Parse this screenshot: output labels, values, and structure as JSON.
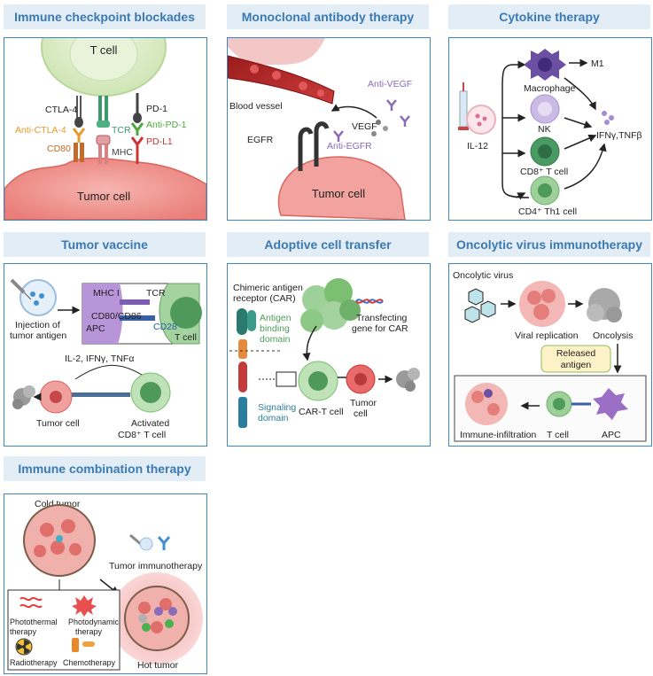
{
  "panels": [
    {
      "title": "Immune checkpoint blockades",
      "labels": {
        "t_cell": "T cell",
        "tumor_cell": "Tumor cell",
        "ctla4": "CTLA-4",
        "anti_ctla4": "Anti-CTLA-4",
        "cd80": "CD80",
        "tcr": "TCR",
        "mhc": "MHC",
        "pd1": "PD-1",
        "anti_pd1": "Anti-PD-1",
        "pdl1": "PD-L1"
      }
    },
    {
      "title": "Monoclonal antibody therapy",
      "labels": {
        "blood_vessel": "Blood vessel",
        "anti_vegf": "Anti-VEGF",
        "vegf": "VEGF",
        "anti_egfr": "Anti-EGFR",
        "egfr": "EGFR",
        "tumor_cell": "Tumor cell"
      }
    },
    {
      "title": "Cytokine therapy",
      "labels": {
        "il12": "IL-12",
        "macrophage": "Macrophage",
        "m1": "M1",
        "nk": "NK",
        "cd8": "CD8⁺ T  cell",
        "cd4": "CD4⁺ Th1  cell",
        "ifn": "IFNγ,TNFβ"
      }
    },
    {
      "title": "Tumor vaccine",
      "labels": {
        "injection": "Injection of",
        "injection2": "tumor antigen",
        "mhc1": "MHC I",
        "tcr": "TCR",
        "apc": "APC",
        "cd80": "CD80/CD86",
        "cd28": "CD28",
        "tcell": "T cell",
        "cytokines": "IL-2, IFNγ, TNFα",
        "tumor_cell": "Tumor cell",
        "activated": "Activated",
        "activated2": "CD8⁺ T cell"
      }
    },
    {
      "title": "Adoptive cell transfer",
      "labels": {
        "car1": "Chimeric antigen",
        "car2": "receptor (CAR)",
        "abd1": "Antigen",
        "abd2": "binding",
        "abd3": "domain",
        "trans1": "Transfecting",
        "trans2": "gene for CAR",
        "sig1": "Signaling",
        "sig2": "domain",
        "cart": "CAR-T cell",
        "tumor1": "Tumor",
        "tumor2": "cell"
      }
    },
    {
      "title": "Oncolytic virus immunotherapy",
      "labels": {
        "virus": "Oncolytic virus",
        "replication": "Viral replication",
        "oncolysis": "Oncolysis",
        "released1": "Released",
        "released2": "antigen",
        "infiltration": "Immune-infiltration",
        "tcell": "T cell",
        "apc": "APC"
      }
    },
    {
      "title": "Immune combination therapy",
      "labels": {
        "cold": "Cold tumor",
        "immuno": "Tumor immunotherapy",
        "photothermal1": "Photothermal",
        "photothermal2": "therapy",
        "photodynamic1": "Photodynamic",
        "photodynamic2": "therapy",
        "radio": "Radiotherapy",
        "chemo": "Chemotherapy",
        "hot": "Hot tumor"
      }
    }
  ]
}
